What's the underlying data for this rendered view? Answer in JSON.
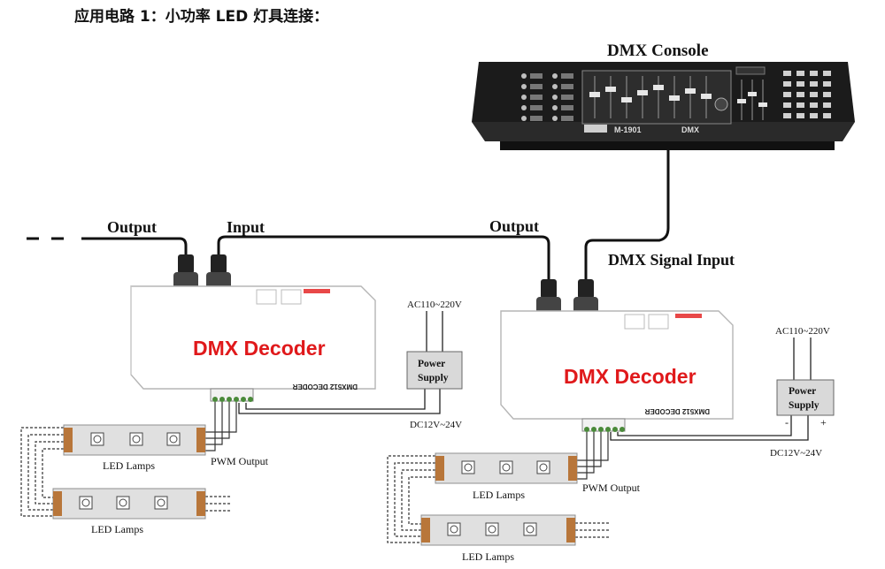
{
  "title": "应用电路 1：小功率 LED 灯具连接：",
  "labels": {
    "dmx_console": "DMX Console",
    "output_left": "Output",
    "input": "Input",
    "output_right": "Output",
    "dmx_signal_input": "DMX Signal Input",
    "decoder_left": "DMX Decoder",
    "decoder_right": "DMX Decoder",
    "decoder_plate": "DMX512 DECODER",
    "ac_left": "AC110~220V",
    "ac_right": "AC110~220V",
    "power_supply_line1": "Power",
    "power_supply_line2": "Supply",
    "dc_left": "DC12V~24V",
    "dc_right": "DC12V~24V",
    "minus": "-",
    "plus": "+",
    "pwm_left": "PWM Output",
    "pwm_right": "PWM Output",
    "led_lamps_1": "LED Lamps",
    "led_lamps_2": "LED Lamps",
    "led_lamps_3": "LED Lamps",
    "led_lamps_4": "LED Lamps",
    "console_model": "M-1901",
    "console_dmx": "DMX"
  },
  "colors": {
    "decoder_text": "#e0191b",
    "console_body": "#1c1c1c",
    "cable": "#111111",
    "lamp_body": "#d9d9d9"
  }
}
